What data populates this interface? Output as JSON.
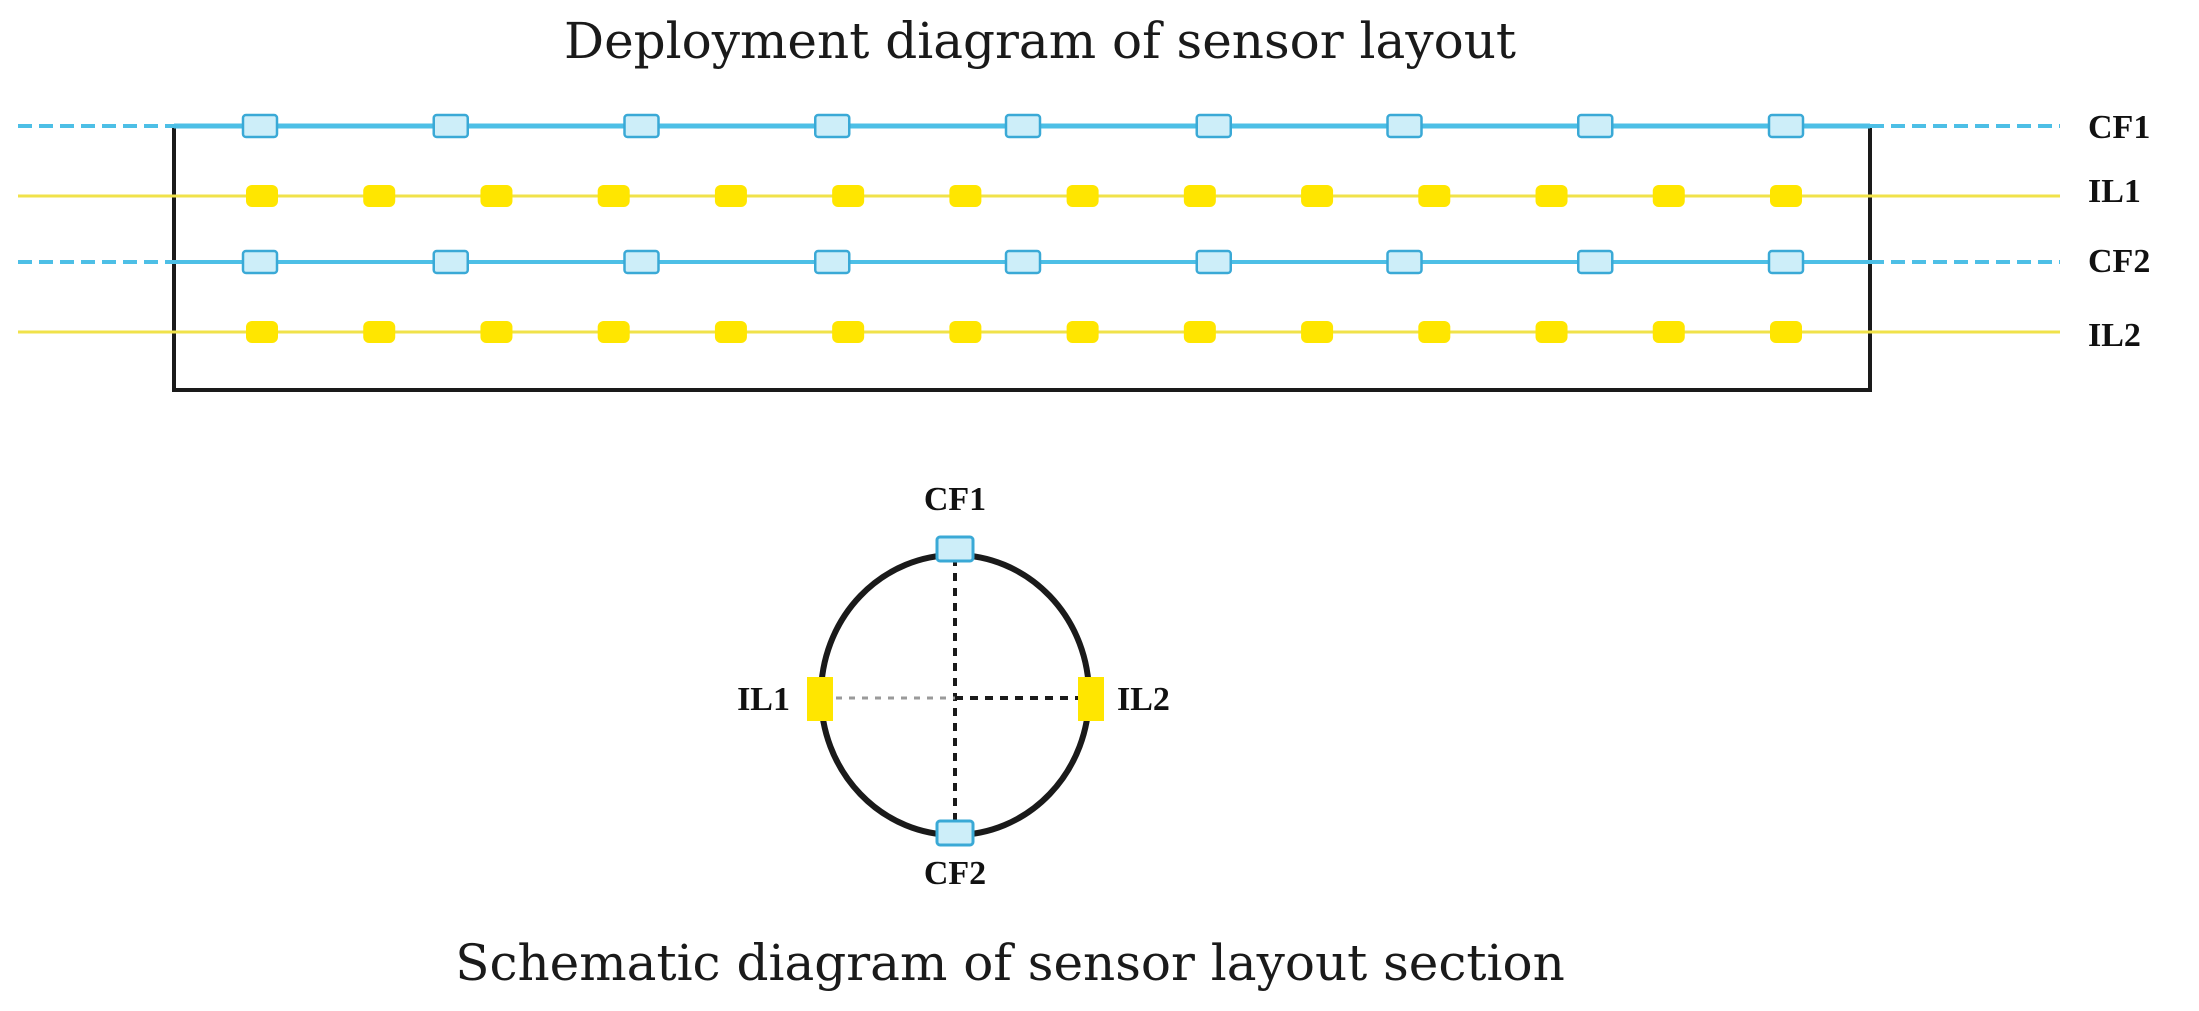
{
  "top": {
    "title": "Deployment diagram of sensor layout",
    "lines": [
      {
        "label": "CF1",
        "kind": "cf",
        "sensor_count": 9
      },
      {
        "label": "IL1",
        "kind": "il",
        "sensor_count": 14
      },
      {
        "label": "CF2",
        "kind": "cf",
        "sensor_count": 9
      },
      {
        "label": "IL2",
        "kind": "il",
        "sensor_count": 14
      }
    ]
  },
  "section": {
    "title": "Schematic diagram of sensor layout section",
    "top_label": "CF1",
    "bottom_label": "CF2",
    "left_label": "IL1",
    "right_label": "IL2"
  },
  "colors": {
    "cf_line": "#4dbfe6",
    "cf_sensor_fill": "#cdeef9",
    "cf_sensor_stroke": "#3aa9d6",
    "il_line": "#f0e24a",
    "il_sensor": "#ffe600",
    "outline": "#1a1a1a"
  }
}
